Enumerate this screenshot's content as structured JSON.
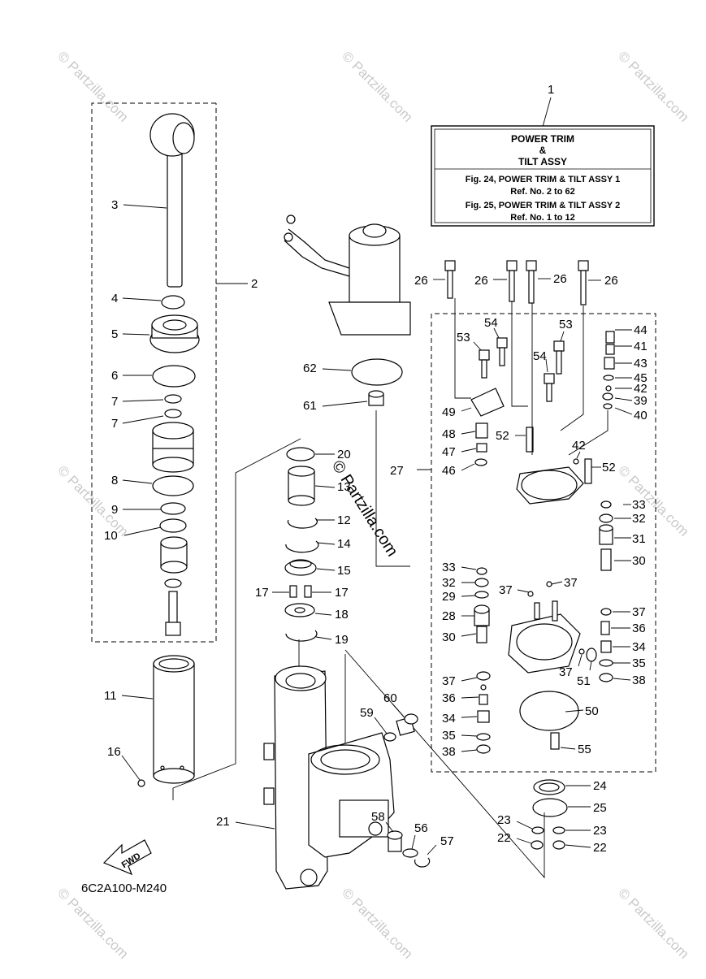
{
  "watermark": "© Partzilla.com",
  "center_watermark": "© Partzilla.com",
  "info_box": {
    "ref": "1",
    "title_line1": "POWER TRIM",
    "title_line2": "&",
    "title_line3": "TILT ASSY",
    "line1": "Fig. 24, POWER TRIM & TILT ASSY 1",
    "line2": "Ref. No. 2 to 62",
    "line3": "Fig. 25, POWER TRIM & TILT ASSY 2",
    "line4": "Ref. No. 1 to 12"
  },
  "fwd_label": "FWD",
  "diagram_code": "6C2A100-M240",
  "callouts": {
    "c2": "2",
    "c3": "3",
    "c4": "4",
    "c5": "5",
    "c6": "6",
    "c7a": "7",
    "c7b": "7",
    "c8": "8",
    "c9": "9",
    "c10": "10",
    "c11": "11",
    "c16": "16",
    "c20": "20",
    "c13": "13",
    "c12": "12",
    "c14": "14",
    "c15": "15",
    "c17a": "17",
    "c17b": "17",
    "c18": "18",
    "c19": "19",
    "c21": "21",
    "c26a": "26",
    "c26b": "26",
    "c26c": "26",
    "c26d": "26",
    "c62": "62",
    "c61": "61",
    "c27": "27",
    "c53a": "53",
    "c54a": "54",
    "c53b": "53",
    "c54b": "54",
    "c49": "49",
    "c48": "48",
    "c47": "47",
    "c46": "46",
    "c52a": "52",
    "c52b": "52",
    "c42b": "42",
    "c44": "44",
    "c41": "41",
    "c43": "43",
    "c45": "45",
    "c42": "42",
    "c39": "39",
    "c40": "40",
    "c33a": "33",
    "c32a": "32",
    "c31": "31",
    "c30a": "30",
    "c33b": "33",
    "c32b": "32",
    "c29": "29",
    "c28": "28",
    "c30b": "30",
    "c37a": "37",
    "c37b": "37",
    "c37c": "37",
    "c36a": "36",
    "c34a": "34",
    "c35a": "35",
    "c38a": "38",
    "c37d": "37",
    "c51": "51",
    "c37e": "37",
    "c36b": "36",
    "c34b": "34",
    "c35b": "35",
    "c38b": "38",
    "c50": "50",
    "c55": "55",
    "c24": "24",
    "c25": "25",
    "c23a": "23",
    "c23b": "23",
    "c22a": "22",
    "c22b": "22",
    "c59": "59",
    "c60": "60",
    "c58": "58",
    "c56": "56",
    "c57": "57"
  }
}
